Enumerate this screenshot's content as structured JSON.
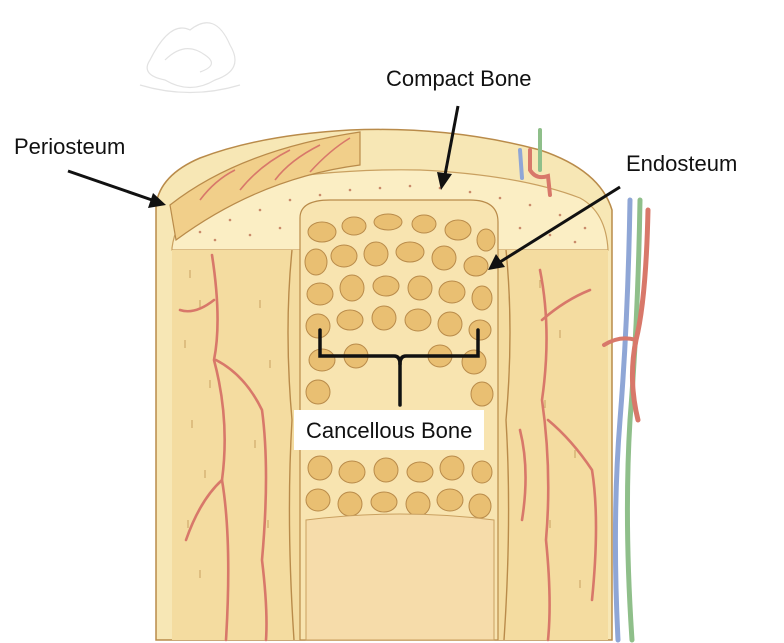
{
  "labels": {
    "compact_bone": "Compact Bone",
    "periosteum": "Periosteum",
    "endosteum": "Endosteum",
    "cancellous_bone": "Cancellous Bone"
  },
  "colors": {
    "bone_light": "#fbeec4",
    "bone_shaft": "#f4dca0",
    "trabecula": "#e9bf72",
    "trabecula_outline": "#b98b4a",
    "blood_vessel_red": "#d8786a",
    "blood_vessel_blue": "#8fa6d6",
    "blood_vessel_green": "#8fbf8a",
    "arrow": "#111111"
  }
}
